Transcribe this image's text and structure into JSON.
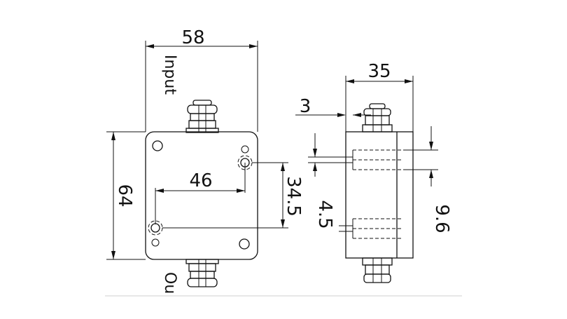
{
  "front_view": {
    "dim_width": "58",
    "dim_height": "64",
    "dim_hole_spacing_x": "46",
    "dim_hole_spacing_y": "34.5",
    "label_input": "Input",
    "label_output": "Ou"
  },
  "side_view": {
    "dim_depth": "35",
    "dim_wall": "3",
    "dim_gland_offset": "4.5",
    "dim_gland_height": "9.6"
  },
  "colors": {
    "line": "#111111",
    "background": "#ffffff"
  }
}
